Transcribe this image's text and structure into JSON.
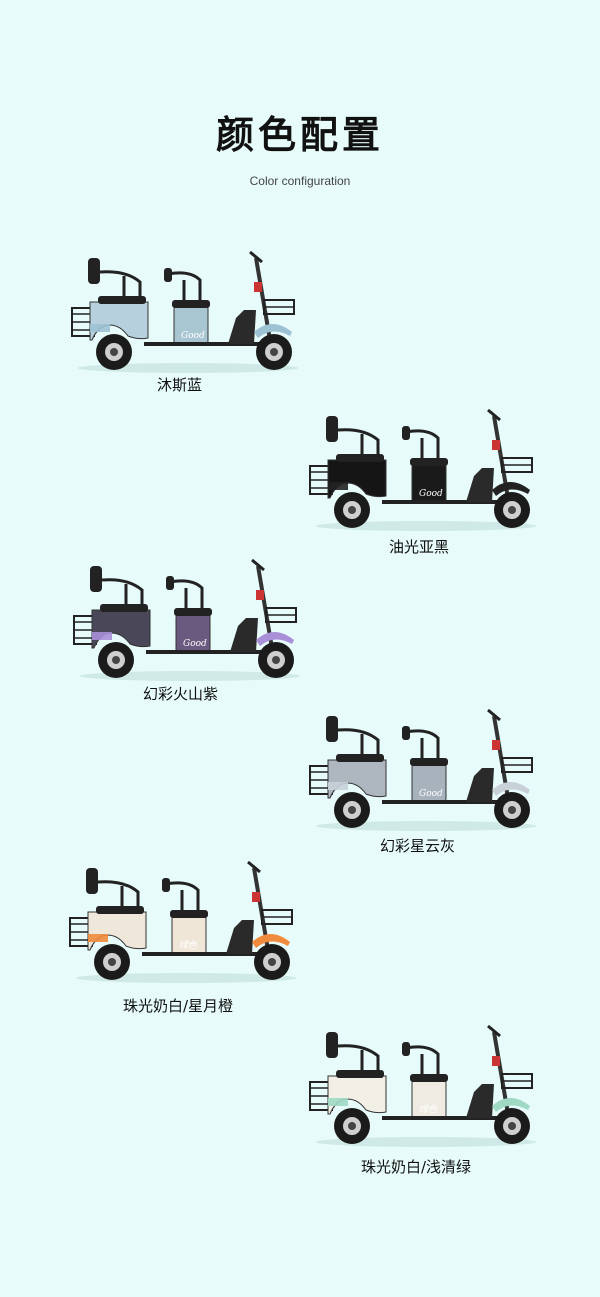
{
  "header": {
    "title": "颜色配置",
    "subtitle": "Color configuration"
  },
  "variants": [
    {
      "label": "沐斯蓝",
      "body": "#b6d0dd",
      "accent": "#9cc2d4",
      "box": "#a8c6d2",
      "seat": "#222222",
      "logo": "Good"
    },
    {
      "label": "油光亚黑",
      "body": "#151515",
      "accent": "#222222",
      "box": "#1a1a1a",
      "seat": "#222222",
      "logo": "Good"
    },
    {
      "label": "幻彩火山紫",
      "body": "#4a4858",
      "accent": "#a88fd8",
      "box": "#6a5a80",
      "seat": "#222222",
      "logo": "Good"
    },
    {
      "label": "幻彩星云灰",
      "body": "#aeb6c0",
      "accent": "#c8d0d8",
      "box": "#a7b2bd",
      "seat": "#222222",
      "logo": "Good"
    },
    {
      "label": "珠光奶白/星月橙",
      "body": "#efe8da",
      "accent": "#f08a3c",
      "box": "#efe6d8",
      "seat": "#222222",
      "logo": "绿色"
    },
    {
      "label": "珠光奶白/浅清绿",
      "body": "#f1efe6",
      "accent": "#9fd9c4",
      "box": "#efebe2",
      "seat": "#222222",
      "logo": "绿色"
    }
  ]
}
